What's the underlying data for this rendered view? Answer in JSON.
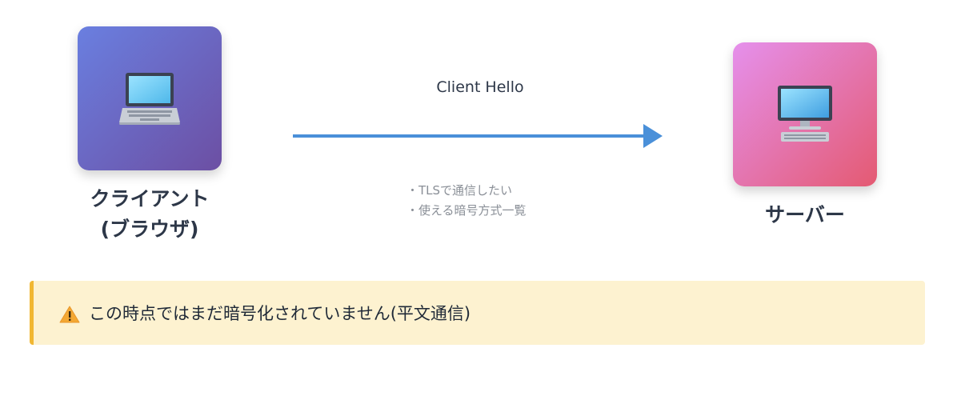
{
  "client": {
    "icon": "laptop-icon",
    "label_line1": "クライアント",
    "label_line2": "(ブラウザ)",
    "gradient": [
      "#6a7fe0",
      "#6c4fa3"
    ]
  },
  "server": {
    "icon": "desktop-computer-icon",
    "label": "サーバー",
    "gradient": [
      "#e590ec",
      "#e45a72"
    ]
  },
  "message": {
    "label": "Client Hello",
    "arrow_color": "#4a90d9",
    "notes": [
      "・TLSで通信したい",
      "・使える暗号方式一覧"
    ]
  },
  "notice": {
    "icon": "warning-icon",
    "text": "この時点ではまだ暗号化されていません(平文通信)",
    "accent": "#f1b732",
    "background": "#fdf2d0"
  }
}
